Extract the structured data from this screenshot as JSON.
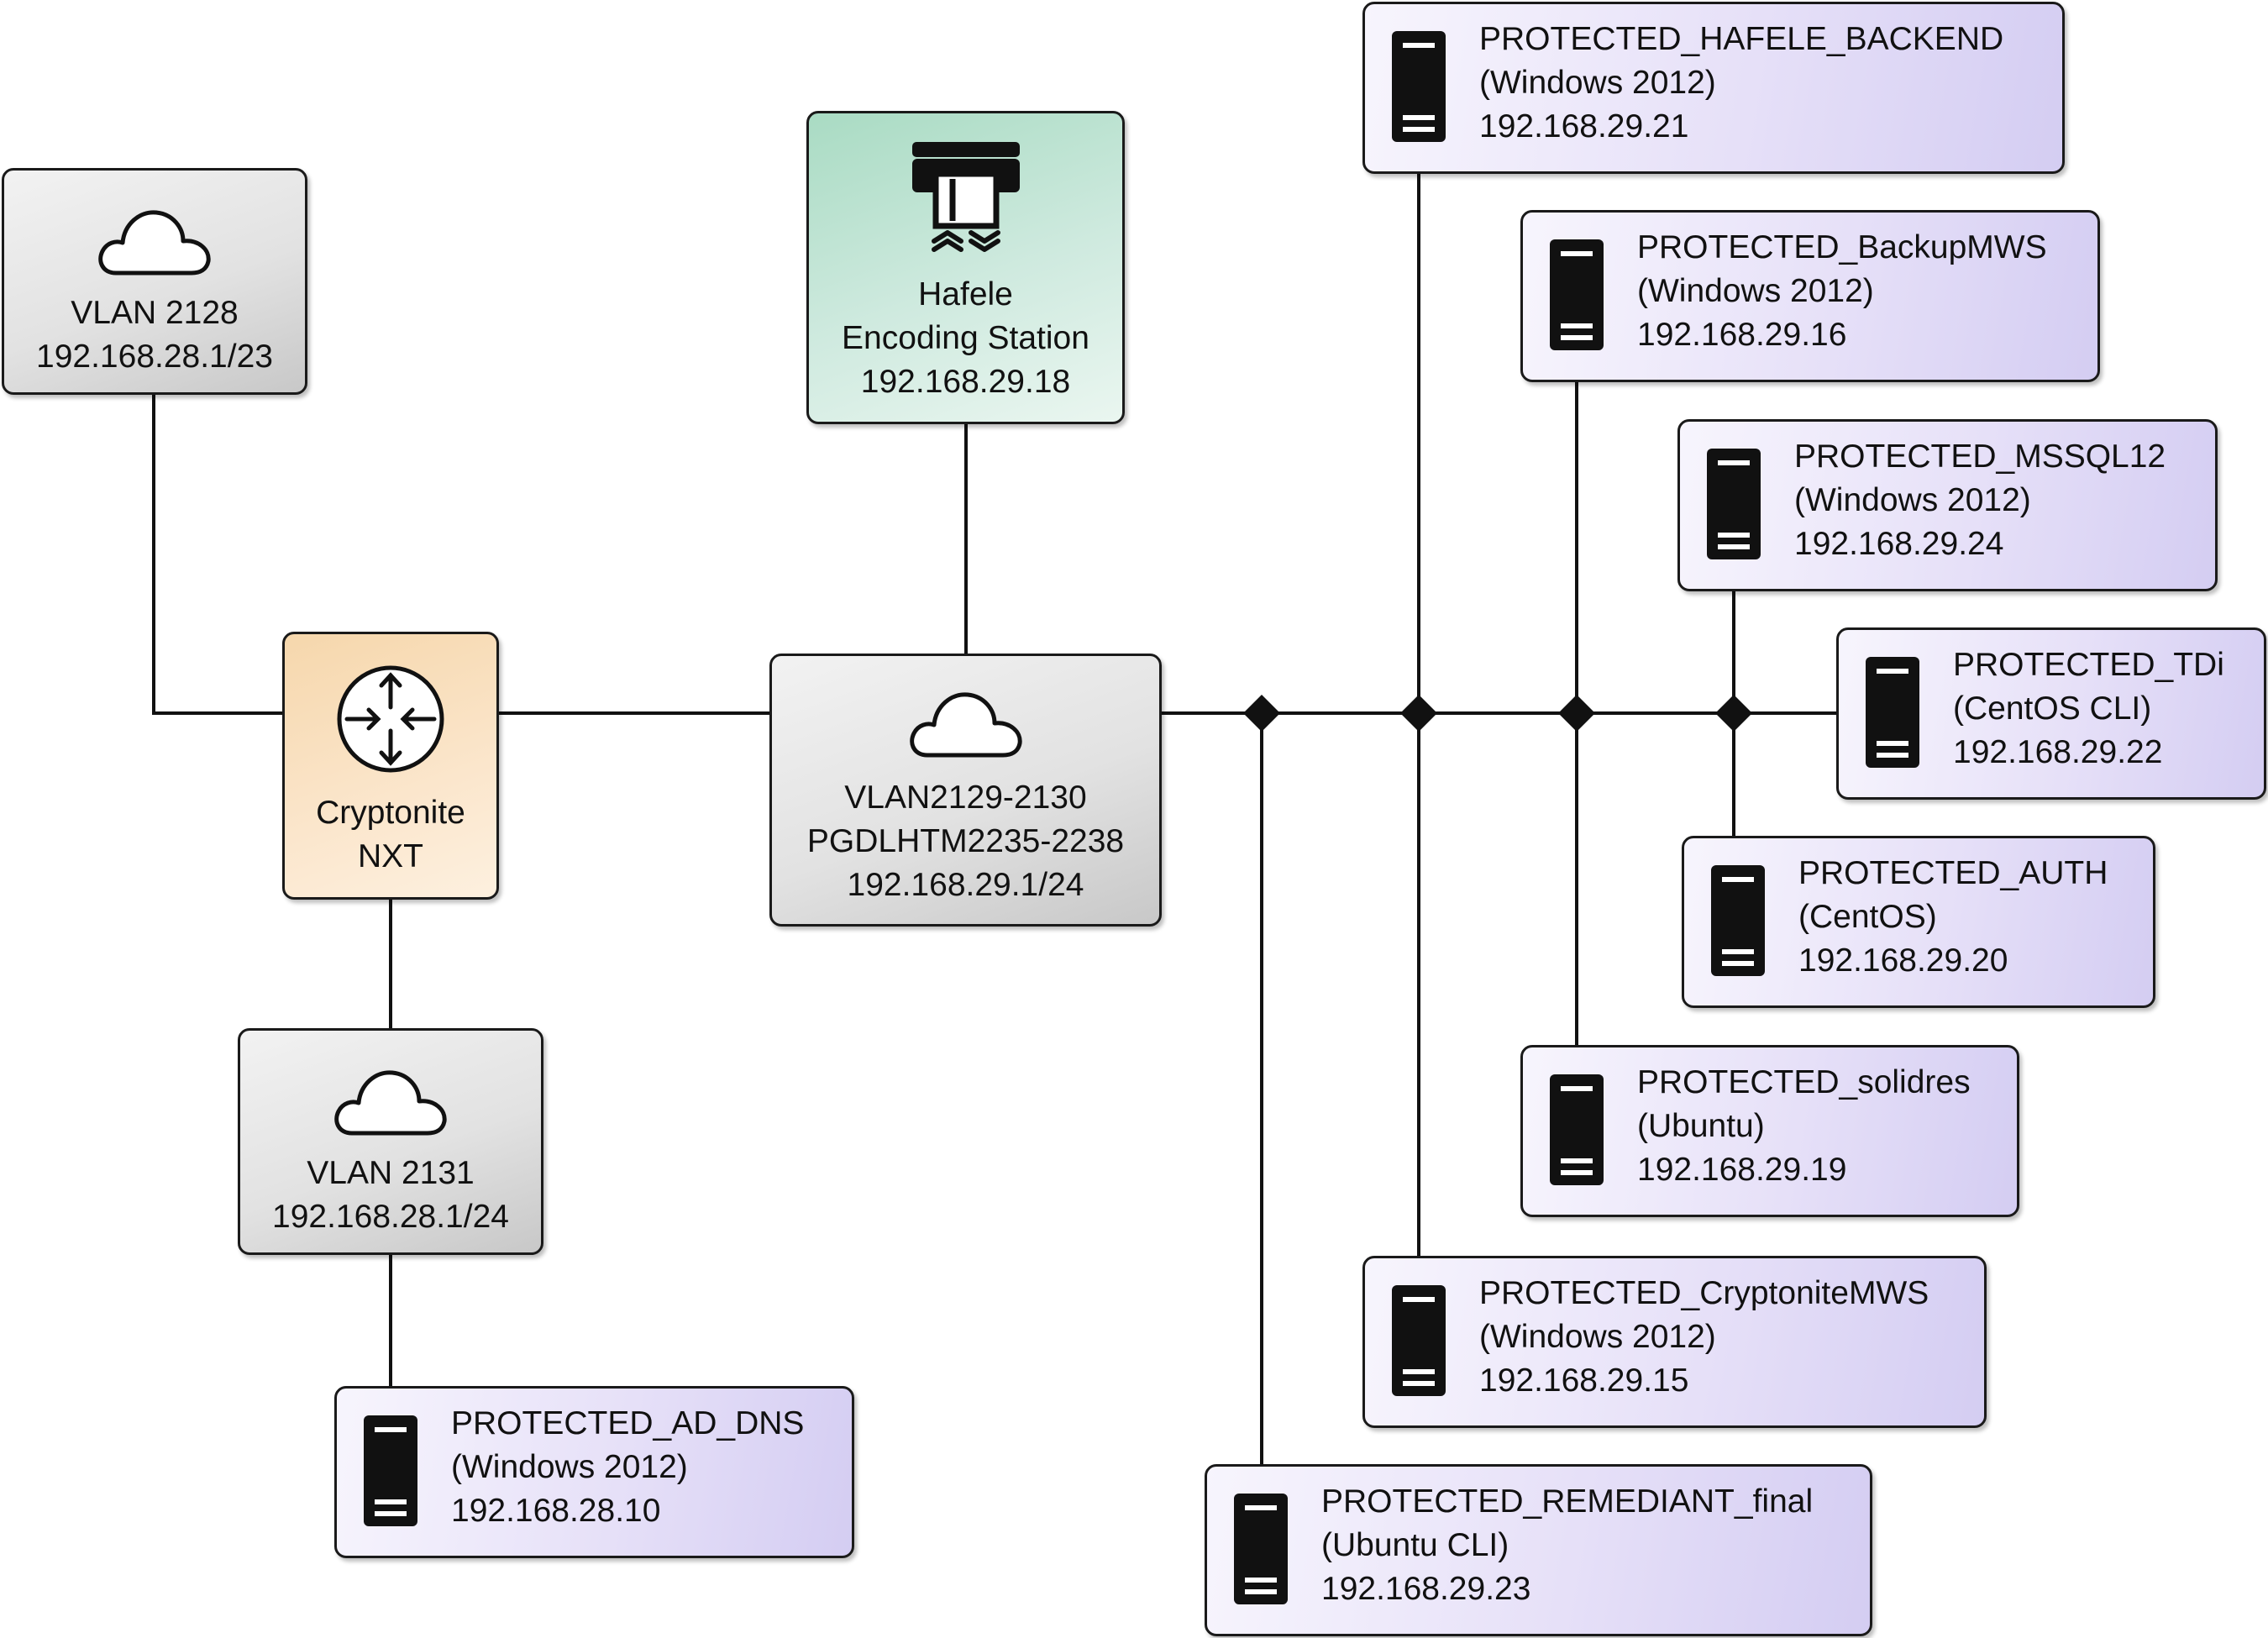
{
  "nodes": {
    "vlan2128": {
      "label": "VLAN 2128",
      "subnet": "192.168.28.1/23",
      "icon": "cloud-icon"
    },
    "vlan2131": {
      "label": "VLAN 2131",
      "subnet": "192.168.28.1/24",
      "icon": "cloud-icon"
    },
    "router": {
      "line1": "Cryptonite",
      "line2": "NXT",
      "icon": "router-icon"
    },
    "vlan_main": {
      "line1": "VLAN2129-2130",
      "line2": "PGDLHTM2235-2238",
      "subnet": "192.168.29.1/24",
      "icon": "cloud-icon"
    },
    "station": {
      "line1": "Hafele",
      "line2": "Encoding Station",
      "ip": "192.168.29.18",
      "icon": "encoder-icon"
    }
  },
  "servers": [
    {
      "name": "PROTECTED_HAFELE_BACKEND",
      "os": "(Windows 2012)",
      "ip": "192.168.29.21"
    },
    {
      "name": "PROTECTED_BackupMWS",
      "os": "(Windows 2012)",
      "ip": "192.168.29.16"
    },
    {
      "name": "PROTECTED_MSSQL12",
      "os": "(Windows 2012)",
      "ip": "192.168.29.24"
    },
    {
      "name": "PROTECTED_TDi",
      "os": "(CentOS CLI)",
      "ip": "192.168.29.22"
    },
    {
      "name": "PROTECTED_AUTH",
      "os": "(CentOS)",
      "ip": "192.168.29.20"
    },
    {
      "name": "PROTECTED_solidres",
      "os": "(Ubuntu)",
      "ip": "192.168.29.19"
    },
    {
      "name": "PROTECTED_CryptoniteMWS",
      "os": "(Windows 2012)",
      "ip": "192.168.29.15"
    },
    {
      "name": "PROTECTED_REMEDIANT_final",
      "os": "(Ubuntu CLI)",
      "ip": "192.168.29.23"
    },
    {
      "name": "PROTECTED_AD_DNS",
      "os": "(Windows 2012)",
      "ip": "192.168.28.10"
    }
  ],
  "colors": {
    "line": "#111111",
    "server_fill": "#e2dcf6",
    "router_fill": "#f8dcb4",
    "station_fill": "#bfe4d2",
    "cloud_fill": "#dcdcdc"
  }
}
